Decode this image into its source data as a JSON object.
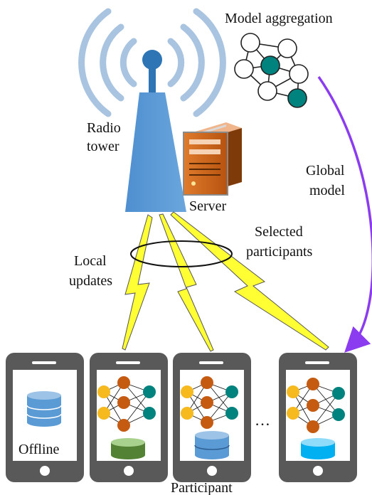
{
  "labels": {
    "model_aggregation": "Model aggregation",
    "radio_line1": "Radio",
    "radio_line2": "tower",
    "server": "Server",
    "global_line1": "Global",
    "global_line2": "model",
    "selected_line1": "Selected",
    "selected_line2": "participants",
    "local_line1": "Local",
    "local_line2": "updates",
    "offline": "Offline",
    "ellipsis": "…",
    "participant": "Participant"
  },
  "colors": {
    "tower_blue": "#5b9bd5",
    "tower_dark": "#2e75b6",
    "wave_blue": "#a9c4e0",
    "teal": "#00827f",
    "orange_neuron": "#c55a11",
    "yellow_neuron": "#f6b91e",
    "lightning": "#ffff33",
    "arrow_purple": "#8b3cf0",
    "phone_gray": "#595959",
    "server_orange": "#d06a1e",
    "db_blue": "#5b9bd5",
    "db_green": "#548235",
    "db_cyan": "#00b0f0"
  }
}
